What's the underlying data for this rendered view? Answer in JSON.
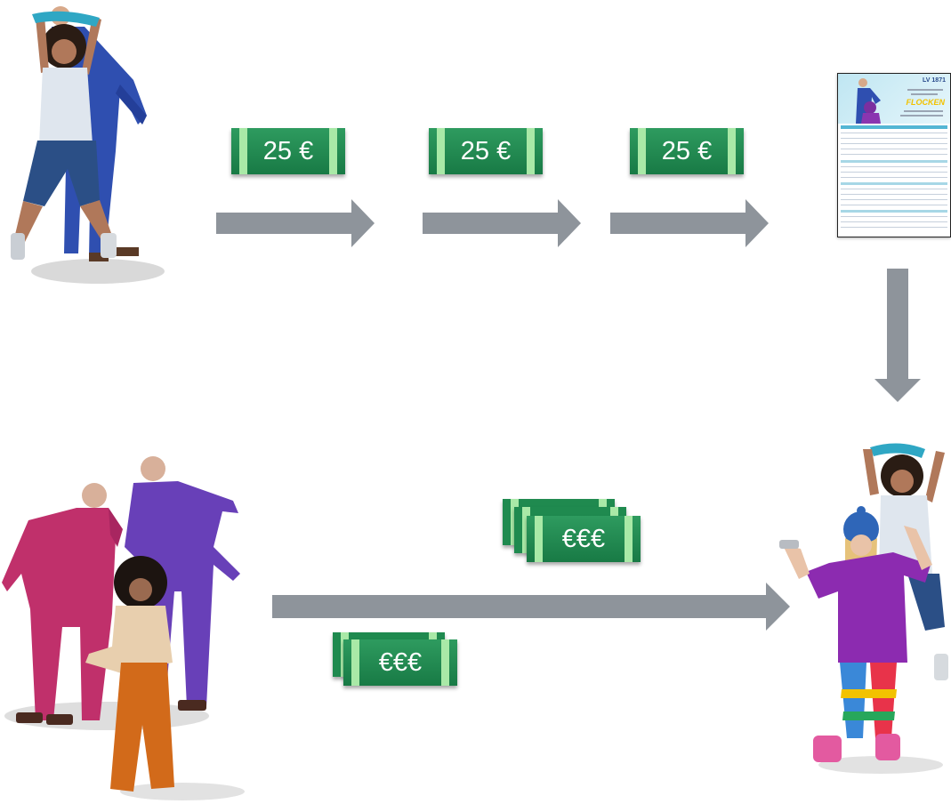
{
  "bills_top": [
    {
      "amount": "25 €"
    },
    {
      "amount": "25 €"
    },
    {
      "amount": "25 €"
    }
  ],
  "bills_bottom": [
    {
      "amount": "€€€"
    },
    {
      "amount": "€€€"
    }
  ],
  "document": {
    "logo": "LV 1871",
    "highlight": "FLOCKEN"
  },
  "colors": {
    "arrow": "#8e949b",
    "bill": "#1f8a4f",
    "bill_stripe": "#a9e9a7",
    "highlight": "#f2c200"
  },
  "icons": [
    "arrow-right-icon",
    "arrow-down-icon",
    "money-bill-icon",
    "document-icon"
  ]
}
